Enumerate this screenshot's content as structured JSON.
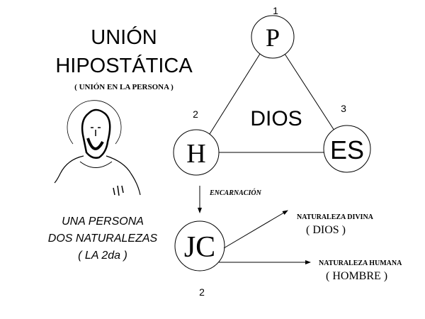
{
  "title": {
    "line1": "UNIÓN",
    "line2": "HIPOSTÁTICA",
    "subtitle": "( UNIÓN EN LA PERSONA )"
  },
  "left_text": {
    "line1": "UNA PERSONA",
    "line2": "DOS NATURALEZAS",
    "line3": "( LA 2da )"
  },
  "trinity": {
    "center_label": "DIOS",
    "nodes": [
      {
        "label": "P",
        "number": "1"
      },
      {
        "label": "H",
        "number": "2"
      },
      {
        "label": "ES",
        "number": "3"
      }
    ]
  },
  "incarnation": {
    "label": "ENCARNACIÓN",
    "node": "JC",
    "number": "2",
    "divine": {
      "label": "NATURALEZA DIVINA",
      "sub": "( DIOS )"
    },
    "human": {
      "label": "NATURALEZA HUMANA",
      "sub": "( HOMBRE )"
    }
  }
}
